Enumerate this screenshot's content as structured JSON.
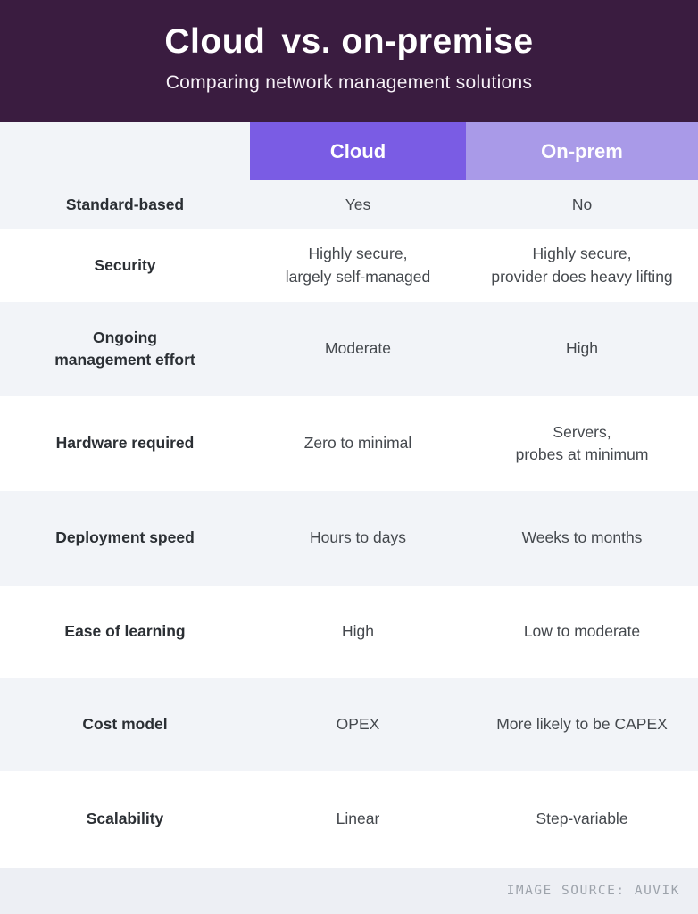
{
  "header": {
    "title_part1": "Cloud",
    "title_part2": "vs. on-premise",
    "subtitle": "Comparing network management solutions",
    "bg_color": "#3a1c40"
  },
  "table": {
    "columns": [
      {
        "label": "Cloud",
        "color": "#7a5ce4"
      },
      {
        "label": "On-prem",
        "color": "#a99ae8"
      }
    ],
    "rows": [
      {
        "label": "Standard-based",
        "cloud": "Yes",
        "onprem": "No"
      },
      {
        "label": "Security",
        "cloud": "Highly secure,\nlargely self-managed",
        "onprem": "Highly secure,\nprovider does heavy lifting"
      },
      {
        "label": "Ongoing\nmanagement effort",
        "cloud": "Moderate",
        "onprem": "High"
      },
      {
        "label": "Hardware required",
        "cloud": "Zero to minimal",
        "onprem": "Servers,\nprobes at minimum"
      },
      {
        "label": "Deployment speed",
        "cloud": "Hours to days",
        "onprem": "Weeks to months"
      },
      {
        "label": "Ease of learning",
        "cloud": "High",
        "onprem": "Low to moderate"
      },
      {
        "label": "Cost model",
        "cloud": "OPEX",
        "onprem": "More likely to be CAPEX"
      },
      {
        "label": "Scalability",
        "cloud": "Linear",
        "onprem": "Step-variable"
      }
    ],
    "row_background_alternating": [
      "#f2f4f8",
      "#ffffff"
    ]
  },
  "footer": {
    "source_text": "IMAGE SOURCE: AUVIK"
  },
  "chart_data": {
    "type": "table",
    "title": "Cloud vs. on-premise",
    "subtitle": "Comparing network management solutions",
    "columns": [
      "",
      "Cloud",
      "On-prem"
    ],
    "rows": [
      [
        "Standard-based",
        "Yes",
        "No"
      ],
      [
        "Security",
        "Highly secure, largely self-managed",
        "Highly secure, provider does heavy lifting"
      ],
      [
        "Ongoing management effort",
        "Moderate",
        "High"
      ],
      [
        "Hardware required",
        "Zero to minimal",
        "Servers, probes at minimum"
      ],
      [
        "Deployment speed",
        "Hours to days",
        "Weeks to months"
      ],
      [
        "Ease of learning",
        "High",
        "Low to moderate"
      ],
      [
        "Cost model",
        "OPEX",
        "More likely to be CAPEX"
      ],
      [
        "Scalability",
        "Linear",
        "Step-variable"
      ]
    ],
    "source": "IMAGE SOURCE: AUVIK"
  }
}
